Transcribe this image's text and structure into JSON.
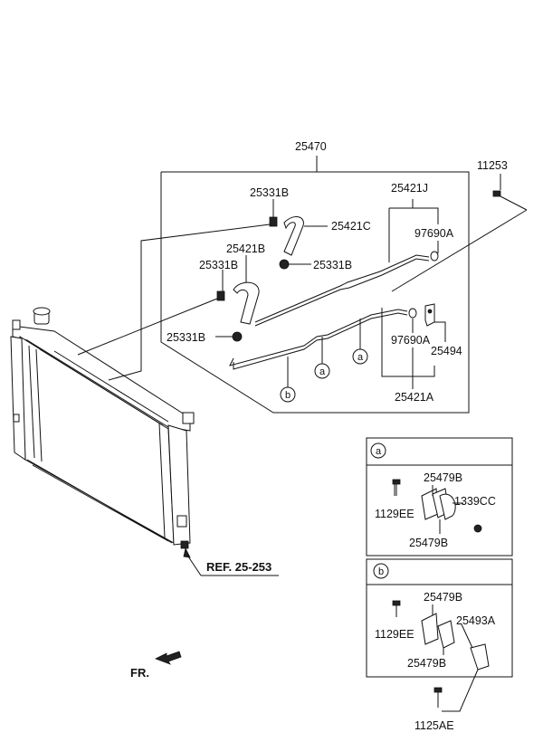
{
  "labels": {
    "assembly": "25470",
    "bolt_top_right": "11253",
    "clamp_top": "25331B",
    "hose_c": "25421C",
    "hose_b": "25421B",
    "clamp_left": "25331B",
    "clamp_mid": "25331B",
    "clamp_low": "25331B",
    "pipe_j": "25421J",
    "oring_top": "97690A",
    "oring_low": "97690A",
    "bracket": "25494",
    "pipe_a": "25421A",
    "ref": "REF. 25-253",
    "fr": "FR."
  },
  "callouts": {
    "a": "a",
    "b": "b"
  },
  "detail_a": {
    "tag": "a",
    "bolt": "1129EE",
    "clamp_top": "25479B",
    "clamp_bottom": "25479B",
    "nut": "1339CC"
  },
  "detail_b": {
    "tag": "b",
    "bolt": "1129EE",
    "clamp_top": "25479B",
    "clamp_bottom": "25479B",
    "bracket": "25493A",
    "bolt_bottom": "1125AE"
  }
}
